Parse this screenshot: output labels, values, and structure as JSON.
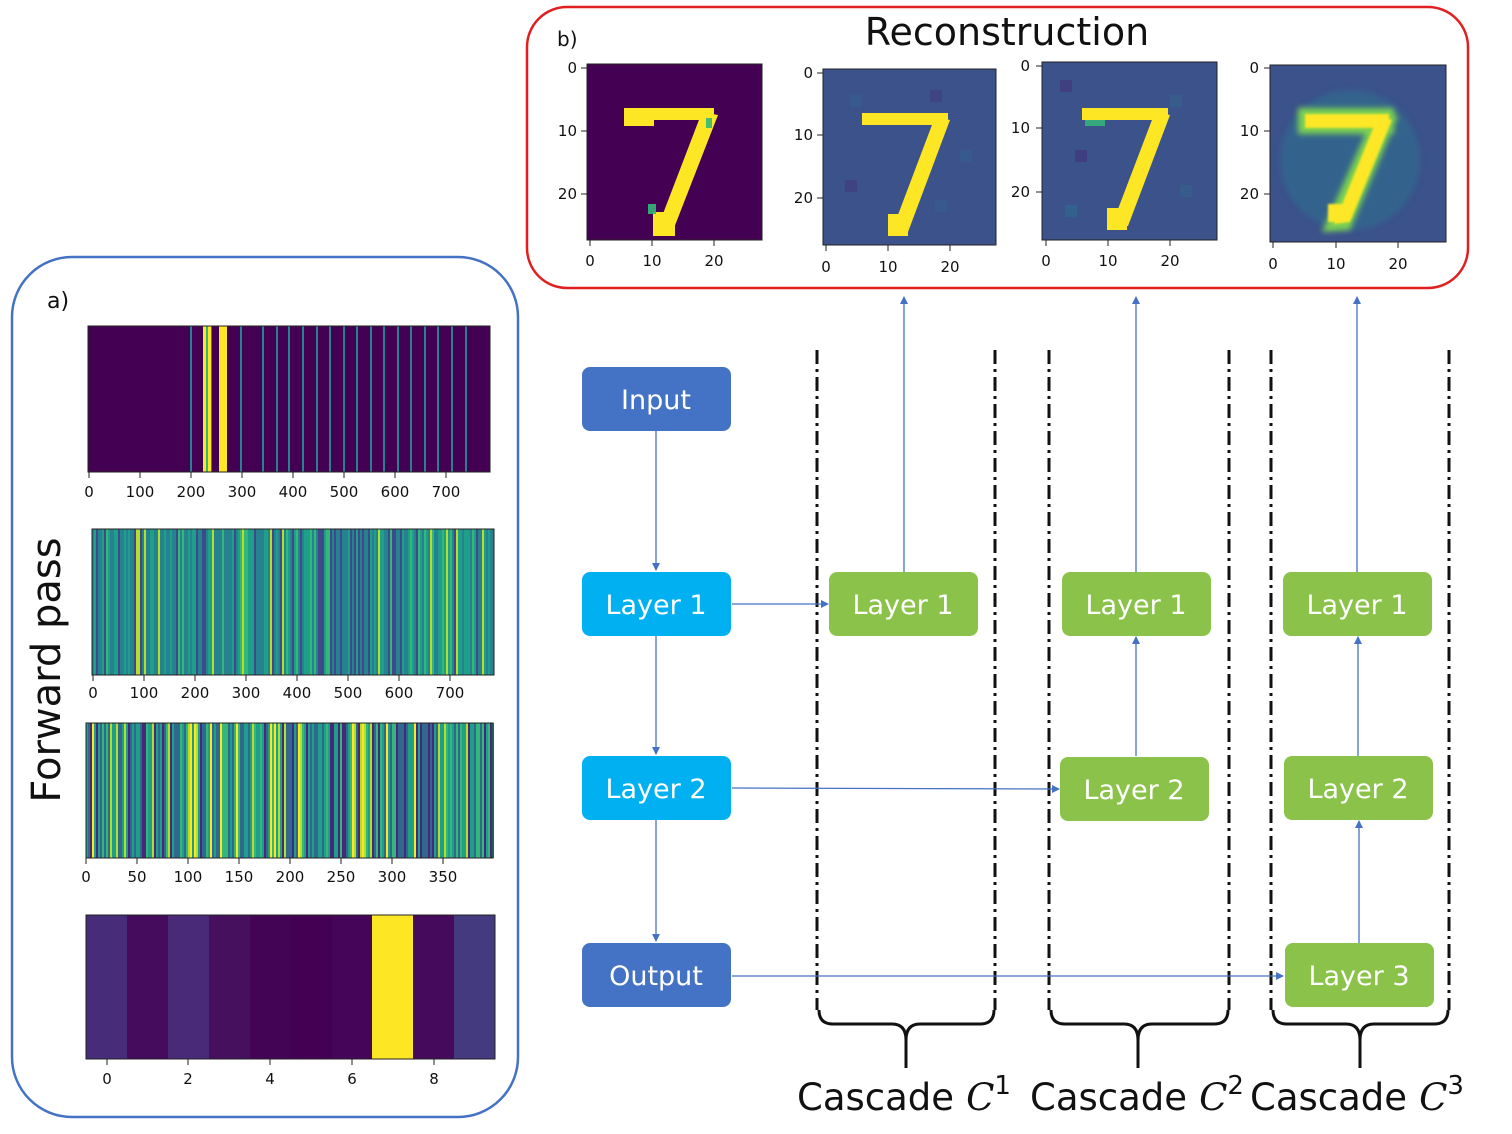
{
  "panel_a": {
    "label": "a)",
    "side_label": "Forward pass",
    "strip1_ticks": [
      "0",
      "100",
      "200",
      "300",
      "400",
      "500",
      "600",
      "700"
    ],
    "strip2_ticks": [
      "0",
      "100",
      "200",
      "300",
      "400",
      "500",
      "600",
      "700"
    ],
    "strip3_ticks": [
      "0",
      "50",
      "100",
      "150",
      "200",
      "250",
      "300",
      "350"
    ],
    "strip4_ticks": [
      "0",
      "2",
      "4",
      "6",
      "8"
    ]
  },
  "panel_b": {
    "label": "b)",
    "title": "Reconstruction",
    "image_y_ticks": [
      "0",
      "10",
      "20"
    ],
    "image_x_ticks": [
      "0",
      "10",
      "20"
    ]
  },
  "flow": {
    "input": "Input",
    "layer1": "Layer 1",
    "layer2": "Layer 2",
    "output": "Output"
  },
  "cascades": [
    {
      "word": "Cascade",
      "symbol": "C",
      "sup": "1",
      "nodes": [
        "Layer 1"
      ]
    },
    {
      "word": "Cascade",
      "symbol": "C",
      "sup": "2",
      "nodes": [
        "Layer 1",
        "Layer 2"
      ]
    },
    {
      "word": "Cascade",
      "symbol": "C",
      "sup": "3",
      "nodes": [
        "Layer 1",
        "Layer 2",
        "Layer 3"
      ]
    }
  ],
  "colors": {
    "panel_a_border": "#4472c4",
    "panel_b_border": "#e02020",
    "dark_blue_node": "#4472c4",
    "light_blue_node": "#00b0f0",
    "green_node": "#8bc34a",
    "arrow": "#4472c4",
    "viridis_dark": "#440154",
    "viridis_yellow": "#fde725"
  }
}
